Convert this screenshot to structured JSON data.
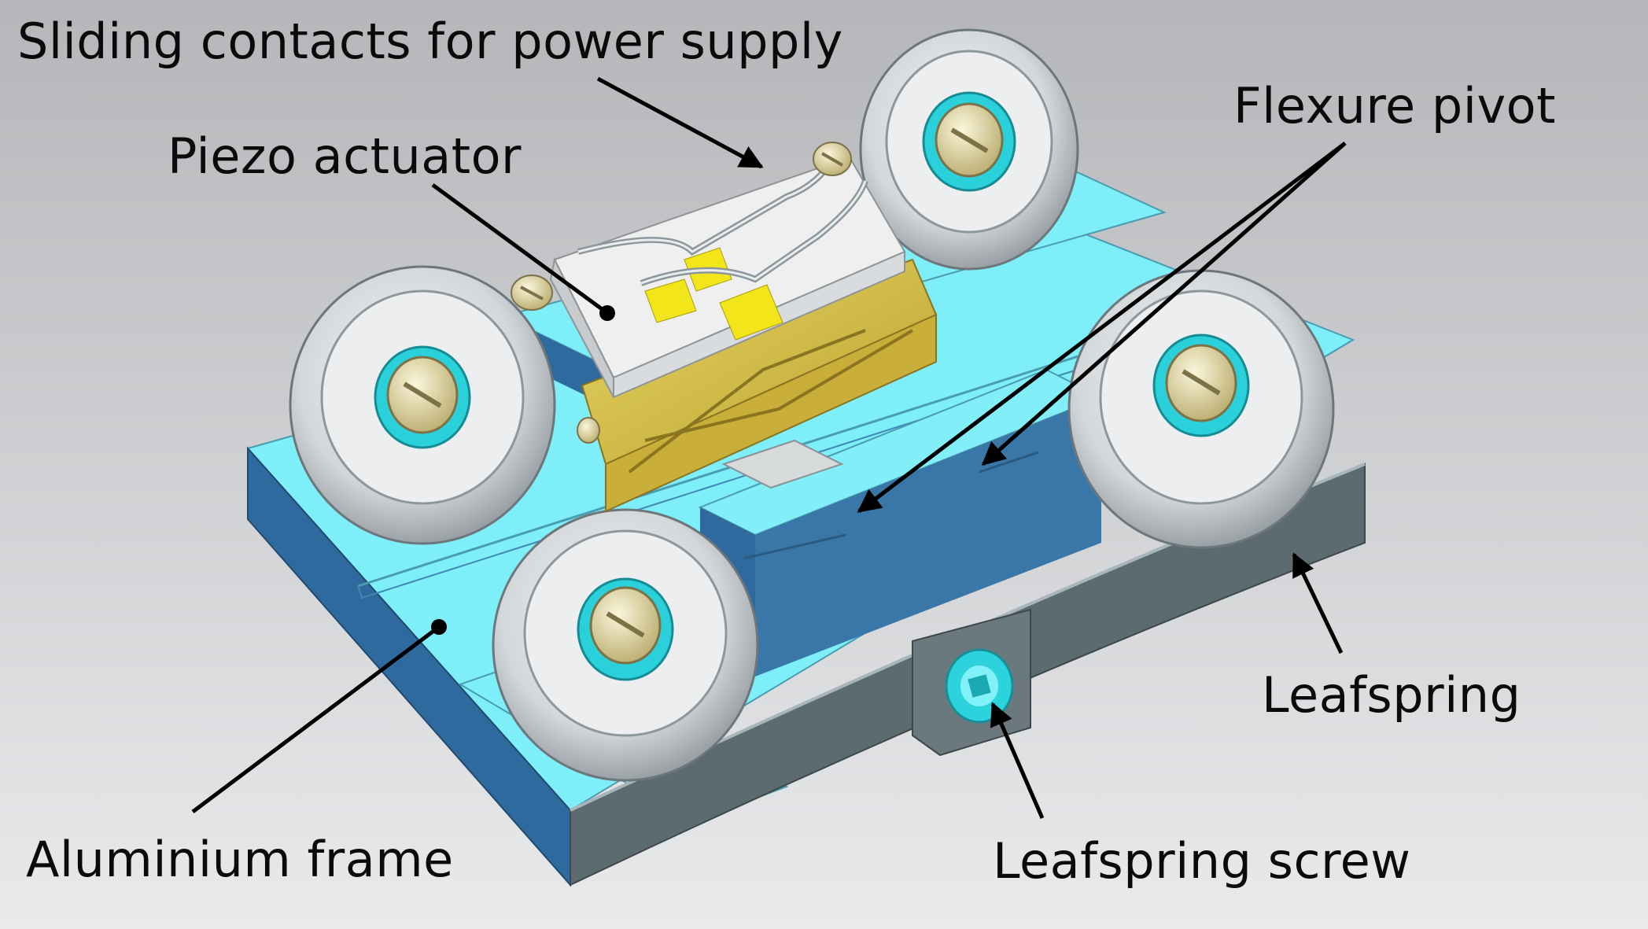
{
  "labels": {
    "sliding_contacts": "Sliding contacts for power supply",
    "piezo_actuator": "Piezo actuator",
    "flexure_pivot": "Flexure pivot",
    "leafspring": "Leafspring",
    "aluminium_frame": "Aluminium frame",
    "leafspring_screw": "Leafspring screw"
  },
  "colors": {
    "background_top": "#b4b6b9",
    "background_bottom": "#e9eaec",
    "frame_top": "#7eeef8",
    "frame_side": "#2f6a9e",
    "leafspring": "#5c6b70",
    "piezo_body": "#efefef",
    "clamp_gold": "#d8c24a",
    "contact_pad": "#f2e61b",
    "wheel_grey": "#d3d7da",
    "bushing_cyan": "#27d2da",
    "screw_brass": "#d4c998"
  }
}
